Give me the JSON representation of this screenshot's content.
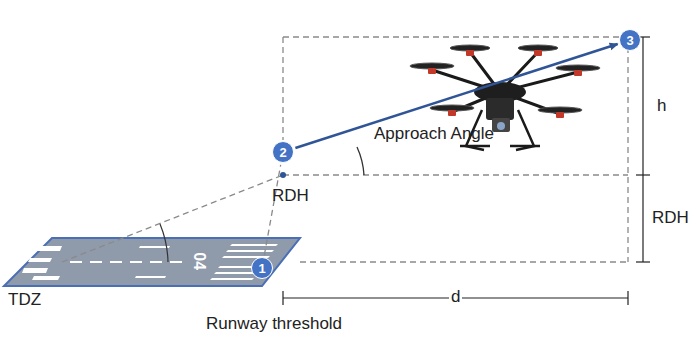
{
  "diagram": {
    "nodes": [
      {
        "text": [
          "1"
        ]
      },
      {
        "text": [
          "2"
        ]
      },
      {
        "text": [
          "3"
        ]
      }
    ],
    "edges": [
      {
        "from": 0,
        "to": 1,
        "arrow": "none"
      },
      {
        "from": 1,
        "to": 2,
        "arrow": "to"
      }
    ],
    "labels": [
      "Approach Angle",
      "RDH",
      "RDH",
      "h",
      "d",
      "TDZ",
      "Runway threshold",
      "04"
    ]
  }
}
